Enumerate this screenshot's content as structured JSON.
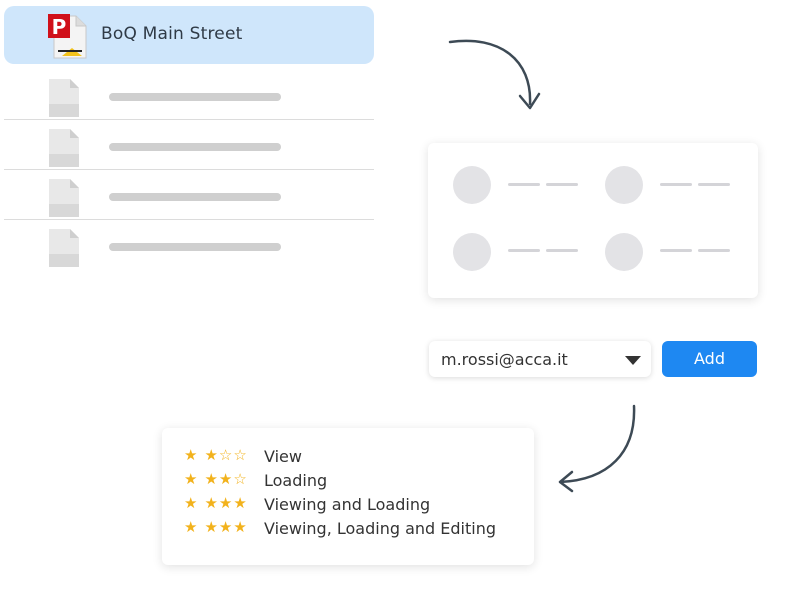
{
  "files": {
    "selected_title": "BoQ Main Street",
    "placeholder_rows": 4
  },
  "email_select": {
    "value": "m.rossi@acca.it"
  },
  "add_button": {
    "label": "Add"
  },
  "permissions": [
    {
      "label": "View",
      "level": 1,
      "max": 3
    },
    {
      "label": "Loading",
      "level": 2,
      "max": 3
    },
    {
      "label": "Viewing and Loading",
      "level": 3,
      "max": 3
    },
    {
      "label": "Viewing, Loading and Editing",
      "level": 3,
      "max": 3
    }
  ],
  "colors": {
    "selected_row": "#cfe6fb",
    "accent": "#1e88f2",
    "star": "#f2b21c",
    "arrow": "#3d4a55"
  }
}
